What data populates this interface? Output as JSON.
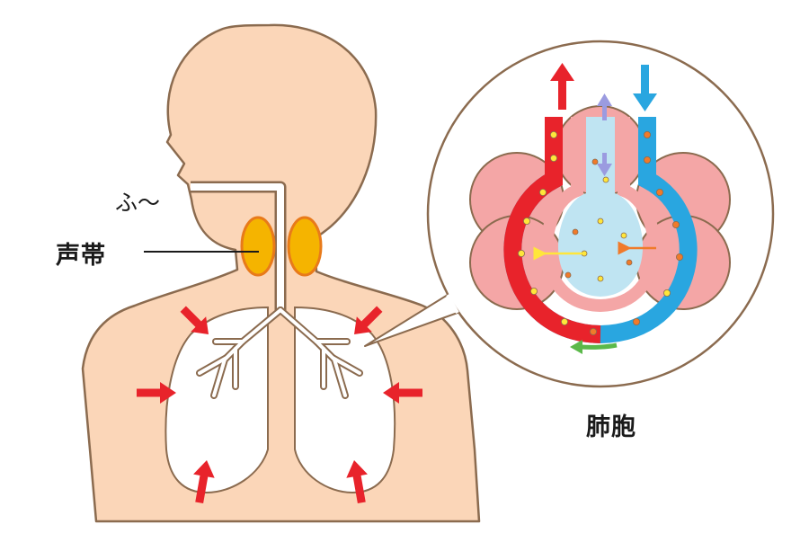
{
  "labels": {
    "breath": "ふ～",
    "vocal_cords": "声帯",
    "alveolus": "肺胞"
  },
  "colors": {
    "skin": "#fbd6b8",
    "skin_outline": "#8b6b4f",
    "lung": "#ffffff",
    "arrow_red": "#e8232b",
    "vocal_fill": "#f5b400",
    "vocal_ring": "#e87a1a",
    "blood_red": "#e8232b",
    "blood_blue": "#29a6e0",
    "air_sac": "#bfe4f2",
    "alveolus_pink": "#f4a6a6",
    "arrow_green": "#5bb94a",
    "arrow_lavender": "#9b9be0",
    "o2_dot": "#ffe63a",
    "co2_dot": "#f07a2a"
  },
  "icons": [
    "push-arrow-icon",
    "blood-flow-arrow-icon",
    "gas-exchange-arrow-icon"
  ]
}
